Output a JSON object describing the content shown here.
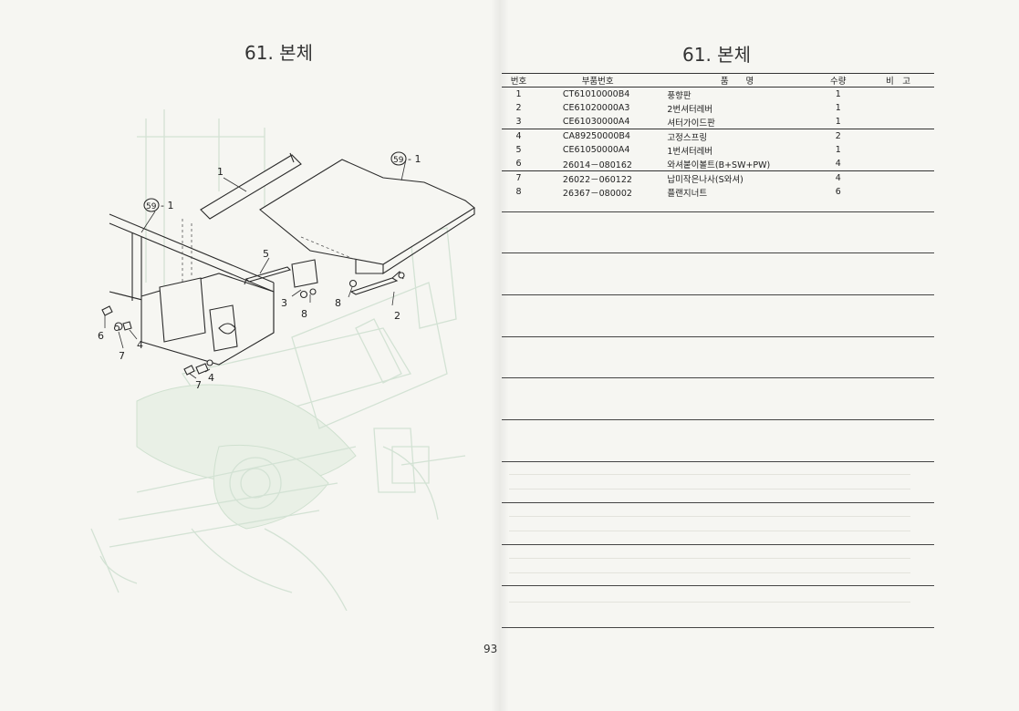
{
  "left_page": {
    "title": "61. 본체",
    "callouts": {
      "ref_59_a": "59",
      "ref_59_a_suffix": "- 1",
      "ref_59_b": "59",
      "ref_59_b_suffix": "- 1",
      "n1": "1",
      "n2": "2",
      "n3": "3",
      "n4a": "4",
      "n4b": "4",
      "n5": "5",
      "n6": "6",
      "n7a": "7",
      "n7b": "7",
      "n8a": "8",
      "n8b": "8"
    }
  },
  "right_page": {
    "title": "61. 본체",
    "table": {
      "headers": {
        "no": "번호",
        "part_no": "부품번호",
        "name": "품　　명",
        "qty": "수량",
        "remarks": "비　고"
      },
      "rows": [
        {
          "no": "1",
          "part_no": "CT61010000B4",
          "name": "풍향판",
          "qty": "1",
          "remarks": ""
        },
        {
          "no": "2",
          "part_no": "CE61020000A3",
          "name": "2번셔터레버",
          "qty": "1",
          "remarks": ""
        },
        {
          "no": "3",
          "part_no": "CE61030000A4",
          "name": "셔터가이드판",
          "qty": "1",
          "remarks": ""
        },
        {
          "no": "4",
          "part_no": "CA89250000B4",
          "name": "고정스프링",
          "qty": "2",
          "remarks": ""
        },
        {
          "no": "5",
          "part_no": "CE61050000A4",
          "name": "1번셔터레버",
          "qty": "1",
          "remarks": ""
        },
        {
          "no": "6",
          "part_no": "26014－080162",
          "name": "와셔붙이볼트(B+SW+PW)",
          "qty": "4",
          "remarks": ""
        },
        {
          "no": "7",
          "part_no": "26022－060122",
          "name": "납미작은나사(S와셔)",
          "qty": "4",
          "remarks": ""
        },
        {
          "no": "8",
          "part_no": "26367－080002",
          "name": "플랜지너트",
          "qty": "6",
          "remarks": ""
        }
      ]
    }
  },
  "page_number": "93",
  "colors": {
    "paper": "#f6f6f2",
    "ink": "#222222",
    "ghost": "#d3e2d4"
  }
}
